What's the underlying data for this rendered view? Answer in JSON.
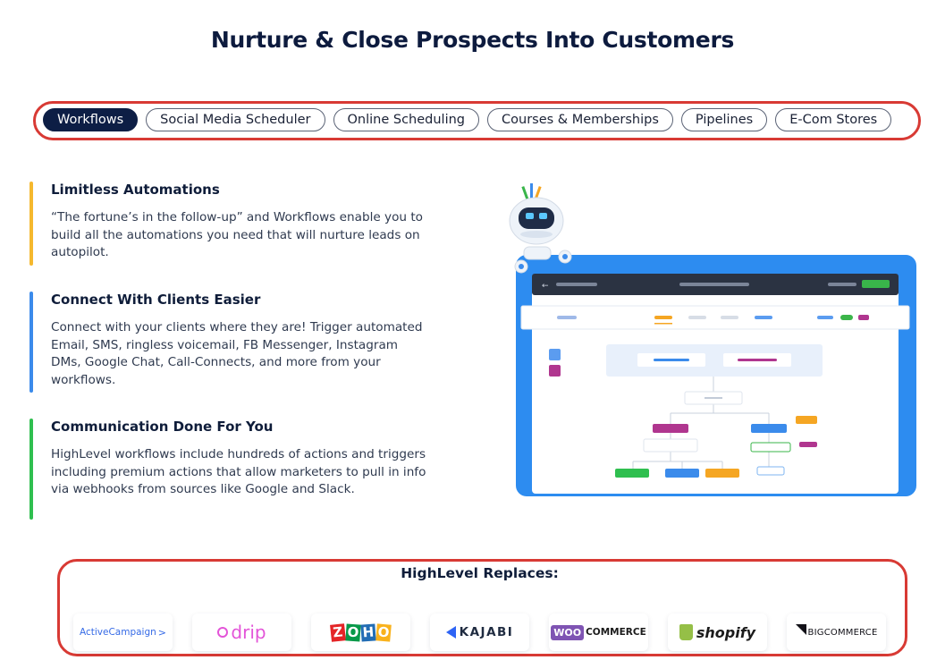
{
  "header": {
    "title": "Nurture & Close Prospects Into Customers"
  },
  "tabs": [
    {
      "label": "Workflows",
      "active": true
    },
    {
      "label": "Social Media Scheduler",
      "active": false
    },
    {
      "label": "Online Scheduling",
      "active": false
    },
    {
      "label": "Courses & Memberships",
      "active": false
    },
    {
      "label": "Pipelines",
      "active": false
    },
    {
      "label": "E-Com Stores",
      "active": false
    }
  ],
  "features": [
    {
      "title": "Limitless Automations",
      "text": "“The fortune’s in the follow-up” and Workflows enable you to build all the automations you need that will nurture leads on autopilot.",
      "color": "#f5b82e"
    },
    {
      "title": "Connect With Clients Easier",
      "text": "Connect with your clients where they are! Trigger automated Email, SMS, ringless voicemail, FB Messenger, Instagram DMs, Google Chat, Call-Connects, and more from your workflows.",
      "color": "#3b8beb"
    },
    {
      "title": "Communication Done For You",
      "text": "HighLevel workflows include hundreds of actions and triggers including premium actions that allow marketers to pull in info via webhooks from sources like Google and Slack.",
      "color": "#2fbf4f"
    }
  ],
  "replaces": {
    "title": "HighLevel Replaces:",
    "logos": [
      {
        "name": "ActiveCampaign",
        "text": "ActiveCampaign",
        "suffix": ">",
        "color": "#356ae6"
      },
      {
        "name": "drip",
        "text": "drip",
        "color": "#e354d8"
      },
      {
        "name": "zoho",
        "letters": [
          "Z",
          "O",
          "H",
          "O"
        ],
        "colors": [
          "#e42527",
          "#089949",
          "#226db4",
          "#f9b21d"
        ]
      },
      {
        "name": "kajabi",
        "text": "KAJABI",
        "color": "#1f2b40"
      },
      {
        "name": "woocommerce",
        "badge": "WOO",
        "text": "COMMERCE",
        "color": "#7f54b3"
      },
      {
        "name": "shopify",
        "text": "shopify",
        "color": "#1b1b1b",
        "accent": "#95bf47"
      },
      {
        "name": "bigcommerce",
        "text": "BIGCOMMERCE",
        "color": "#121118"
      }
    ]
  },
  "colors": {
    "accent": "#0d1e45",
    "frame_red": "#d83a34",
    "mockup_blue": "#2d8cf0"
  }
}
